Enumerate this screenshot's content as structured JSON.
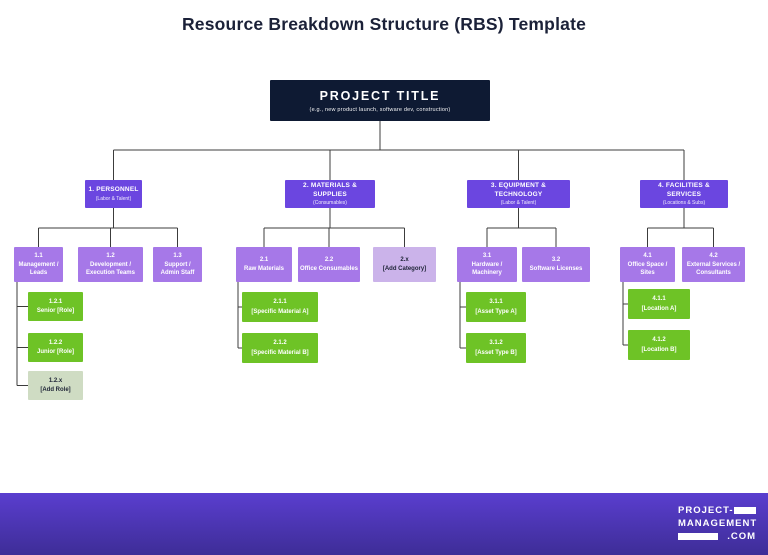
{
  "page": {
    "title": "Resource Breakdown Structure (RBS) Template"
  },
  "chart": {
    "root": {
      "title": "PROJECT TITLE",
      "subtitle": "(e.g., new product launch, software dev, construction)"
    },
    "branches": [
      {
        "title": "1. PERSONNEL",
        "subtitle": "(Labor & Talent)",
        "categories": [
          {
            "code": "1.1",
            "label": "Management / Leads"
          },
          {
            "code": "1.2",
            "label": "Development / Execution Teams"
          },
          {
            "code": "1.3",
            "label": "Support / Admin Staff"
          }
        ],
        "items": [
          {
            "code": "1.2.1",
            "label": "Senior [Role]"
          },
          {
            "code": "1.2.2",
            "label": "Junior [Role]"
          },
          {
            "code": "1.2.x",
            "label": "[Add Role]"
          }
        ]
      },
      {
        "title": "2. MATERIALS & SUPPLIES",
        "subtitle": "(Consumables)",
        "categories": [
          {
            "code": "2.1",
            "label": "Raw Materials"
          },
          {
            "code": "2.2",
            "label": "Office Consumables"
          },
          {
            "code": "2.x",
            "label": "[Add Category]"
          }
        ],
        "items": [
          {
            "code": "2.1.1",
            "label": "[Specific Material A]"
          },
          {
            "code": "2.1.2",
            "label": "[Specific Material B]"
          }
        ]
      },
      {
        "title": "3. EQUIPMENT & TECHNOLOGY",
        "subtitle": "(Labor & Talent)",
        "categories": [
          {
            "code": "3.1",
            "label": "Hardware / Machinery"
          },
          {
            "code": "3.2",
            "label": "Software Licenses"
          }
        ],
        "items": [
          {
            "code": "3.1.1",
            "label": "[Asset Type A]"
          },
          {
            "code": "3.1.2",
            "label": "[Asset Type B]"
          }
        ]
      },
      {
        "title": "4. FACILITIES & SERVICES",
        "subtitle": "(Locations & Subs)",
        "categories": [
          {
            "code": "4.1",
            "label": "Office Space / Sites"
          },
          {
            "code": "4.2",
            "label": "External Services / Consultants"
          }
        ],
        "items": [
          {
            "code": "4.1.1",
            "label": "[Location A]"
          },
          {
            "code": "4.1.2",
            "label": "[Location B]"
          }
        ]
      }
    ]
  },
  "footer": {
    "logo": {
      "line1": "PROJECT-",
      "line2": "MANAGEMENT",
      "line3": ".COM"
    }
  },
  "colors": {
    "title_text": "#1b2138",
    "root_bg": "#0e1a33",
    "branch_bg": "#6b46e0",
    "category_bg": "#a678e8",
    "placeholder_category_bg": "#cbb3ea",
    "item_bg": "#6ec326",
    "placeholder_item_bg": "#cfdcc3",
    "connector": "#3c3c3c",
    "footer_gradient_top": "#5a3ecf",
    "footer_gradient_bottom": "#3e2d97"
  }
}
